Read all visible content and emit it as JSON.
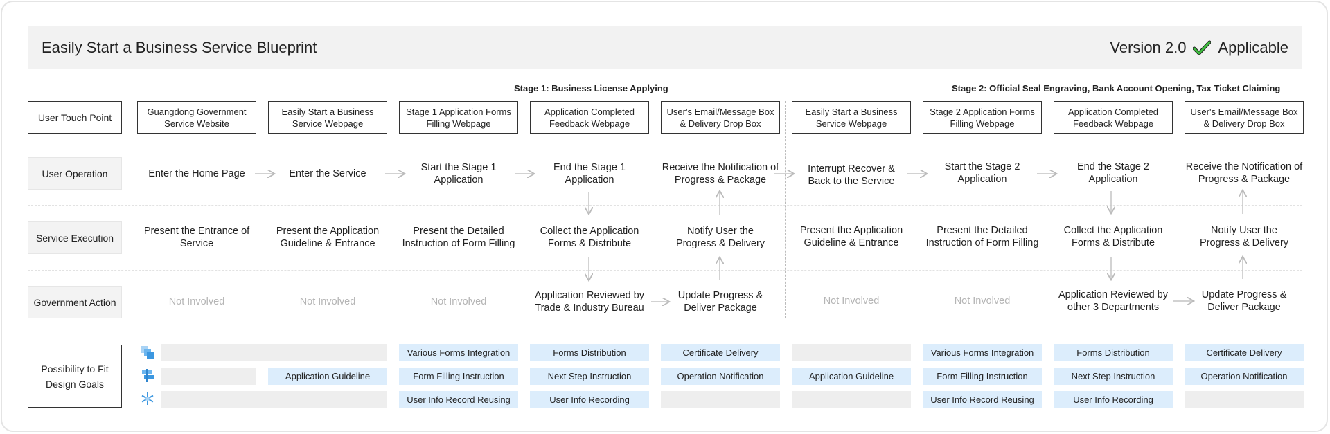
{
  "header": {
    "title": "Easily Start a Business Service Blueprint",
    "version": "Version 2.0",
    "status": "Applicable",
    "status_icon": "check-icon",
    "status_color": "#2e9e2e"
  },
  "stages": {
    "stage1": "Stage 1: Business License Applying",
    "stage2": "Stage 2: Official Seal Engraving, Bank Account Opening, Tax Ticket Claiming"
  },
  "row_labels": {
    "touch_point": "User Touch Point",
    "operation": "User Operation",
    "service": "Service Execution",
    "government": "Government Action",
    "goals": "Possibility to Fit Design Goals"
  },
  "touch_points": [
    "Guangdong Government Service Website",
    "Easily Start a Business Service Webpage",
    "Stage 1 Application Forms Filling Webpage",
    "Application Completed Feedback Webpage",
    "User's Email/Message Box & Delivery Drop Box",
    "Easily Start a Business Service Webpage",
    "Stage 2 Application Forms Filling Webpage",
    "Application Completed Feedback Webpage",
    "User's Email/Message Box & Delivery Drop Box"
  ],
  "user_operations": [
    "Enter the Home Page",
    "Enter the Service",
    "Start the Stage 1 Application",
    "End the Stage 1 Application",
    "Receive the Notification of Progress & Package",
    "Interrupt Recover & Back to the Service",
    "Start the Stage 2 Application",
    "End the Stage 2 Application",
    "Receive the Notification of Progress & Package"
  ],
  "service_execution": [
    "Present the Entrance of Service",
    "Present the Application Guideline & Entrance",
    "Present the Detailed Instruction of Form Filling",
    "Collect the Application Forms & Distribute",
    "Notify User the Progress & Delivery",
    "Present the Application Guideline & Entrance",
    "Present the Detailed Instruction of Form Filling",
    "Collect the Application Forms & Distribute",
    "Notify User the Progress & Delivery"
  ],
  "government_action": [
    "Not Involved",
    "Not Involved",
    "Not Involved",
    "Application Reviewed by Trade & Industry Bureau",
    "Update Progress & Deliver Package",
    "Not Involved",
    "Not Involved",
    "Application Reviewed by other 3 Departments",
    "Update Progress & Deliver Package"
  ],
  "goal_icons": [
    "layers-icon",
    "signpost-icon",
    "snowflake-icon"
  ],
  "goals": {
    "row1": [
      "",
      "Various Forms Integration",
      "Forms Distribution",
      "Certificate Delivery",
      "",
      "Various Forms Integration",
      "Forms Distribution",
      "Certificate Delivery"
    ],
    "row2": [
      "",
      "Application Guideline",
      "Form Filling Instruction",
      "Next Step Instruction",
      "Operation Notification",
      "Application Guideline",
      "Form Filling Instruction",
      "Next Step Instruction",
      "Operation Notification"
    ],
    "row3": [
      "",
      "User Info Record Reusing",
      "User Info Recording",
      "",
      "",
      "User Info Record Reusing",
      "User Info Recording",
      ""
    ]
  },
  "colors": {
    "goal_active": "#dcedfc",
    "goal_empty": "#eeeeee",
    "icon_blue": "#4aa3e8"
  }
}
